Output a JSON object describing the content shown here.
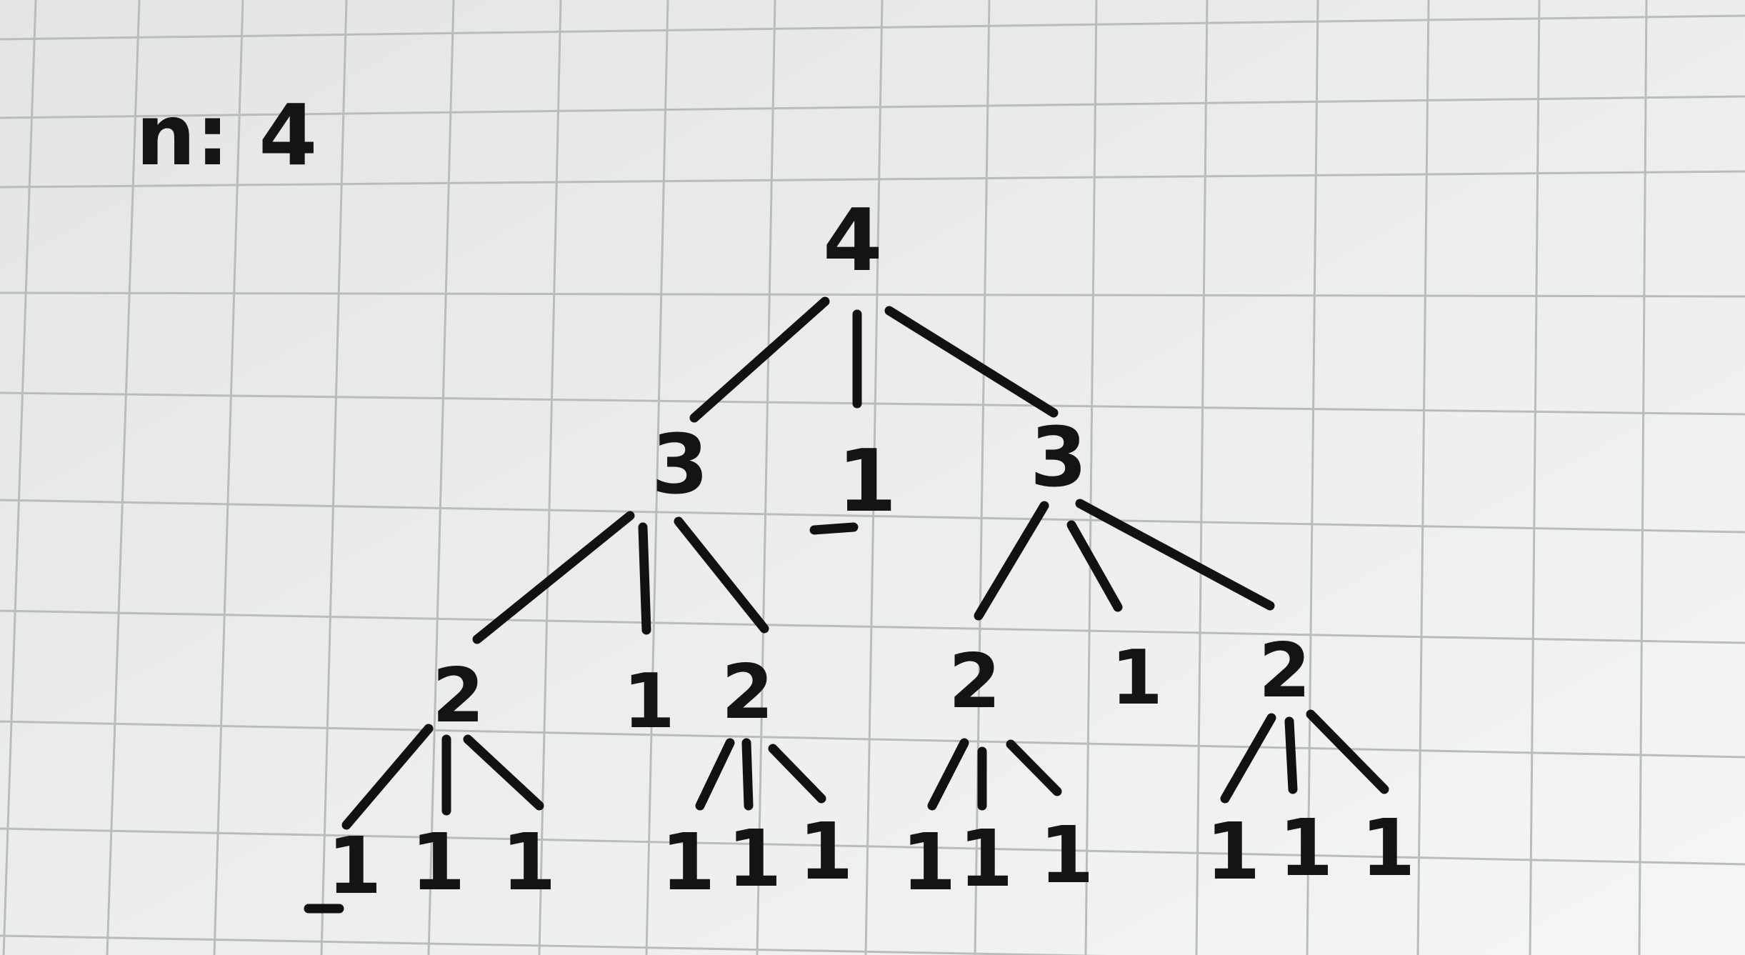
{
  "header": {
    "label": "n: 4"
  },
  "tree": {
    "root": "4",
    "level1": [
      "3",
      "1",
      "3"
    ],
    "level2": [
      "2",
      "1",
      "2",
      "2",
      "1",
      "2"
    ],
    "level3": [
      "1",
      "1",
      "1",
      "1",
      "1",
      "1",
      "1",
      "1",
      "1",
      "1",
      "1",
      "1"
    ]
  },
  "colors": {
    "paper": "#e9ebeb",
    "grid": "#b9bcbd",
    "ink": "#141414"
  }
}
